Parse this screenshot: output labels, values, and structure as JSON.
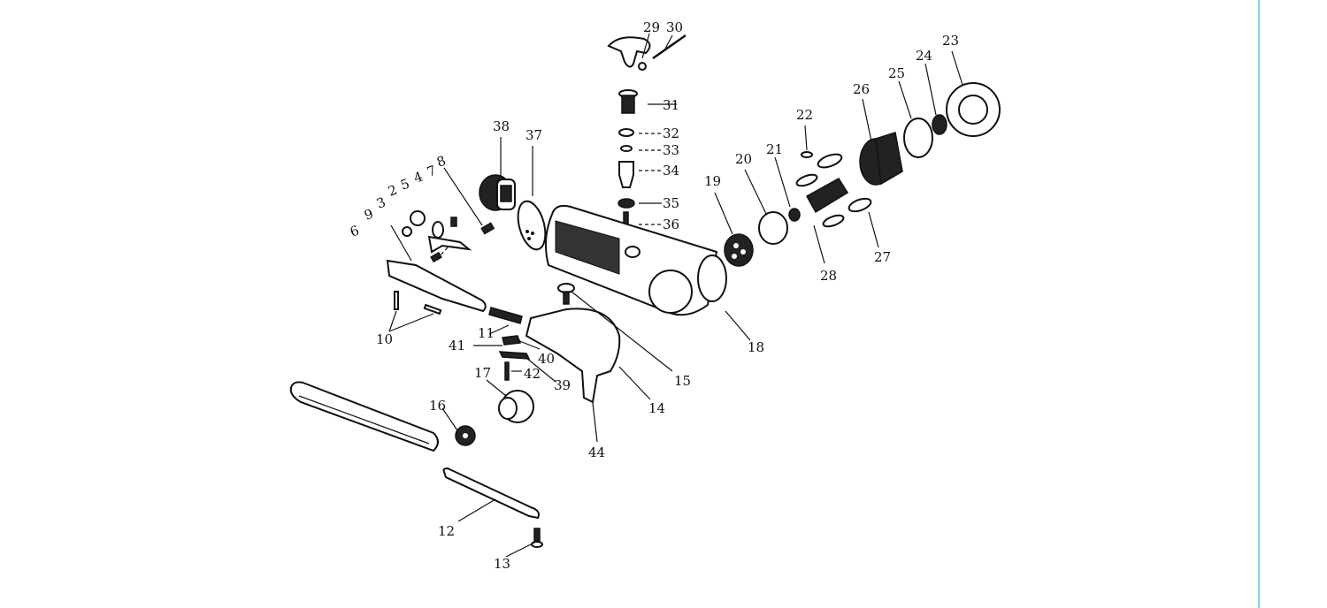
{
  "diagram": {
    "callouts": [
      {
        "id": "c1",
        "text": "2"
      },
      {
        "id": "c2",
        "text": "3"
      },
      {
        "id": "c3",
        "text": "4"
      },
      {
        "id": "c4",
        "text": "5"
      },
      {
        "id": "c5",
        "text": "6"
      },
      {
        "id": "c6",
        "text": "7"
      },
      {
        "id": "c7",
        "text": "8"
      },
      {
        "id": "c8",
        "text": "9"
      },
      {
        "id": "c9",
        "text": "10"
      },
      {
        "id": "c10",
        "text": "11"
      },
      {
        "id": "c11",
        "text": "12"
      },
      {
        "id": "c12",
        "text": "13"
      },
      {
        "id": "c13",
        "text": "14"
      },
      {
        "id": "c14",
        "text": "15"
      },
      {
        "id": "c15",
        "text": "16"
      },
      {
        "id": "c16",
        "text": "17"
      },
      {
        "id": "c17",
        "text": "18"
      },
      {
        "id": "c18",
        "text": "19"
      },
      {
        "id": "c19",
        "text": "20"
      },
      {
        "id": "c20",
        "text": "21"
      },
      {
        "id": "c21",
        "text": "22"
      },
      {
        "id": "c22",
        "text": "23"
      },
      {
        "id": "c23",
        "text": "24"
      },
      {
        "id": "c24",
        "text": "25"
      },
      {
        "id": "c25",
        "text": "26"
      },
      {
        "id": "c26",
        "text": "27"
      },
      {
        "id": "c27",
        "text": "28"
      },
      {
        "id": "c28",
        "text": "29"
      },
      {
        "id": "c29",
        "text": "30"
      },
      {
        "id": "c30",
        "text": "31"
      },
      {
        "id": "c31",
        "text": "32"
      },
      {
        "id": "c32",
        "text": "33"
      },
      {
        "id": "c33",
        "text": "34"
      },
      {
        "id": "c34",
        "text": "35"
      },
      {
        "id": "c35",
        "text": "36"
      },
      {
        "id": "c36",
        "text": "37"
      },
      {
        "id": "c37",
        "text": "38"
      },
      {
        "id": "c38",
        "text": "39"
      },
      {
        "id": "c39",
        "text": "40"
      },
      {
        "id": "c40",
        "text": "41"
      },
      {
        "id": "c41",
        "text": "42"
      },
      {
        "id": "c42",
        "text": "44"
      }
    ]
  },
  "colors": {
    "line": "#111111",
    "accent_rule": "#7fd6e6",
    "background": "#ffffff"
  }
}
